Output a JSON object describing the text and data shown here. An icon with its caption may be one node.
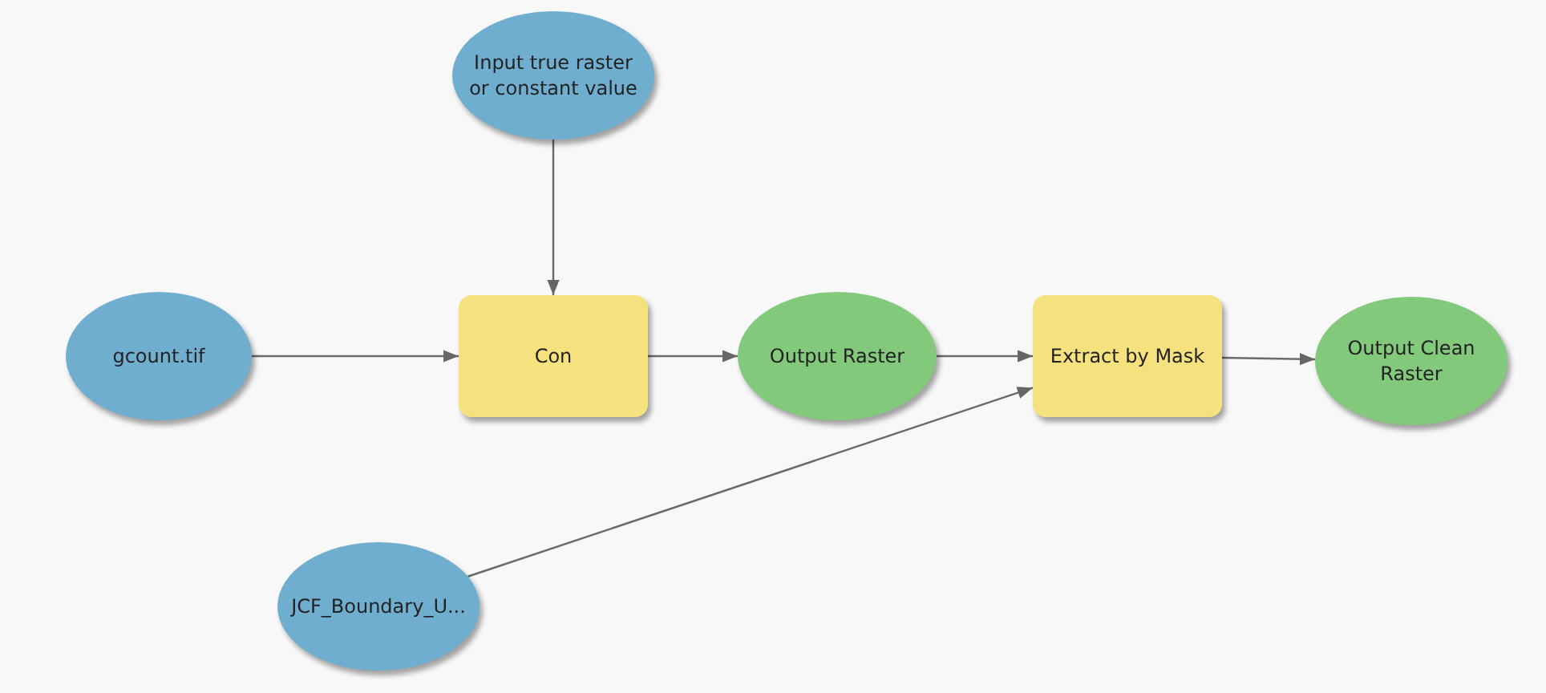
{
  "diagram": {
    "nodes": [
      {
        "text": [
          "Input true raster or constant value"
        ]
      },
      {
        "text": [
          "gcount.tif"
        ]
      },
      {
        "text": [
          "Con"
        ]
      },
      {
        "text": [
          "Output Raster"
        ]
      },
      {
        "text": [
          "Extract by Mask"
        ]
      },
      {
        "text": [
          "Output Clean Raster"
        ]
      },
      {
        "text": [
          "JCF_Boundary_U..."
        ]
      }
    ],
    "edges": [
      {
        "from": 0,
        "to": 2,
        "arrow": "to"
      },
      {
        "from": 1,
        "to": 2,
        "arrow": "to"
      },
      {
        "from": 2,
        "to": 3,
        "arrow": "to"
      },
      {
        "from": 3,
        "to": 4,
        "arrow": "to"
      },
      {
        "from": 6,
        "to": 4,
        "arrow": "to"
      },
      {
        "from": 4,
        "to": 5,
        "arrow": "to"
      }
    ]
  }
}
